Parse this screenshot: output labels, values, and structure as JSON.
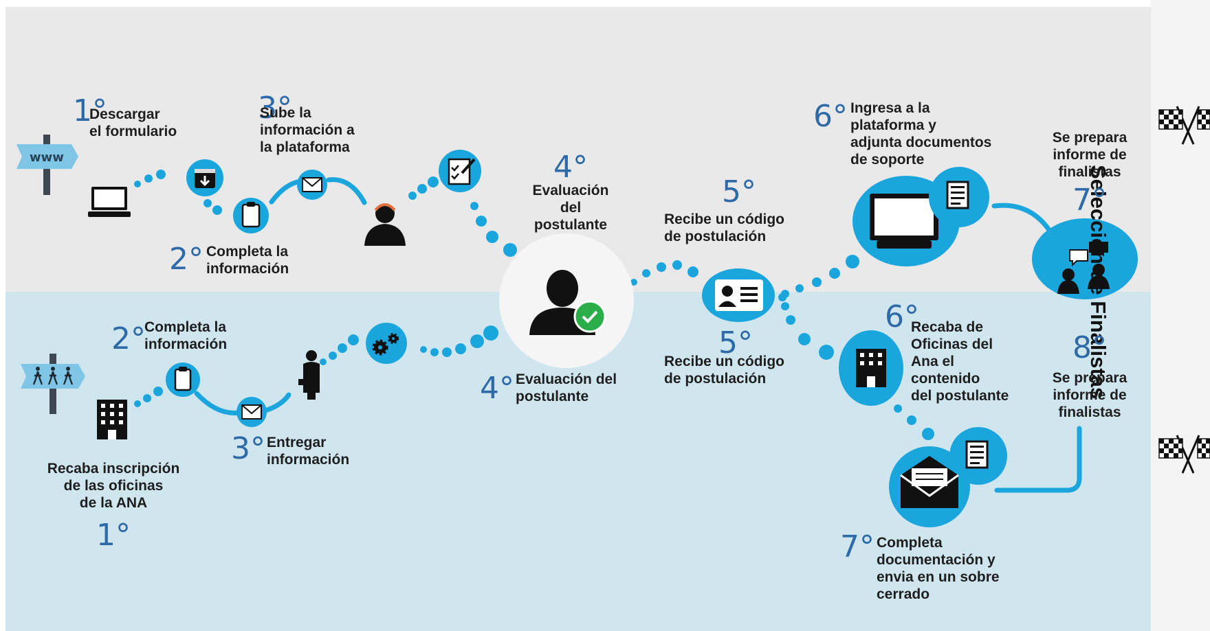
{
  "sidebar": {
    "title": "Selección de Finalistas"
  },
  "signs": {
    "top": "www"
  },
  "top_flow": {
    "step1": {
      "num": "1°",
      "text": "Descargar\nel formulario"
    },
    "step2": {
      "num": "2°",
      "text": "Completa la\ninformación"
    },
    "step3": {
      "num": "3°",
      "text": "Sube la\ninformación a\nla plataforma"
    },
    "step4": {
      "num": "4°",
      "text": "Evaluación\ndel\npostulante"
    },
    "step5": {
      "num": "5°",
      "text": "Recibe un código\nde postulación"
    },
    "step6": {
      "num": "6°",
      "text": "Ingresa a la\nplataforma y\nadjunta documentos\nde soporte"
    },
    "step7": {
      "num": "7°",
      "text": "Se prepara\ninforme de\nfinalistas"
    }
  },
  "bottom_flow": {
    "step1": {
      "num": "1°",
      "text": "Recaba inscripción\nde las oficinas\nde la ANA"
    },
    "step2": {
      "num": "2°",
      "text": "Completa la\ninformación"
    },
    "step3": {
      "num": "3°",
      "text": "Entregar\ninformación"
    },
    "step4": {
      "num": "4°",
      "text": "Evaluación del\npostulante"
    },
    "step5": {
      "num": "5°",
      "text": "Recibe un código\nde postulación"
    },
    "step6": {
      "num": "6°",
      "text": "Recaba de\nOficinas del\nAna el\ncontenido\ndel postulante"
    },
    "step7": {
      "num": "7°",
      "text": "Completa\ndocumentación y\nenvia en un sobre\ncerrado"
    },
    "step8": {
      "num": "8°",
      "text": "Se prepara\ninforme de\nfinalistas"
    }
  },
  "colors": {
    "accent": "#1aa6dd",
    "dark": "#1c1c1c",
    "number": "#2f6aa8",
    "check": "#2bae4a",
    "top_bg": "#e9e9e9",
    "bottom_bg": "#d0e6ef"
  },
  "icons": [
    "www-sign-icon",
    "walkers-sign-icon",
    "laptop-icon",
    "download-icon",
    "clipboard-icon",
    "envelope-icon",
    "operator-icon",
    "checklist-icon",
    "user-check-icon",
    "id-card-icon",
    "computer-icon",
    "document-icon",
    "meeting-icon",
    "building-icon",
    "open-envelope-icon",
    "businessperson-icon",
    "gears-icon",
    "checkered-flag-icon"
  ]
}
